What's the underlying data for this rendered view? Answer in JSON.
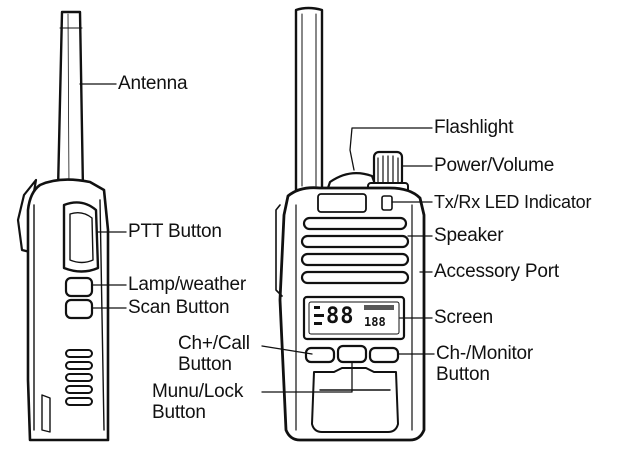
{
  "labels": {
    "antenna": "Antenna",
    "ptt": "PTT Button",
    "lamp": "Lamp/weather",
    "scan": "Scan Button",
    "flashlight": "Flashlight",
    "power": "Power/Volume",
    "txrx": "Tx/Rx LED Indicator",
    "speaker": "Speaker",
    "accessory": "Accessory Port",
    "screen": "Screen",
    "ch_plus_1": "Ch+/Call",
    "ch_plus_2": "Button",
    "ch_minus_1": "Ch-/Monitor",
    "ch_minus_2": "Button",
    "menu_1": "Munu/Lock",
    "menu_2": "Button"
  },
  "screen_digits": "88",
  "screen_small_digits": "188"
}
